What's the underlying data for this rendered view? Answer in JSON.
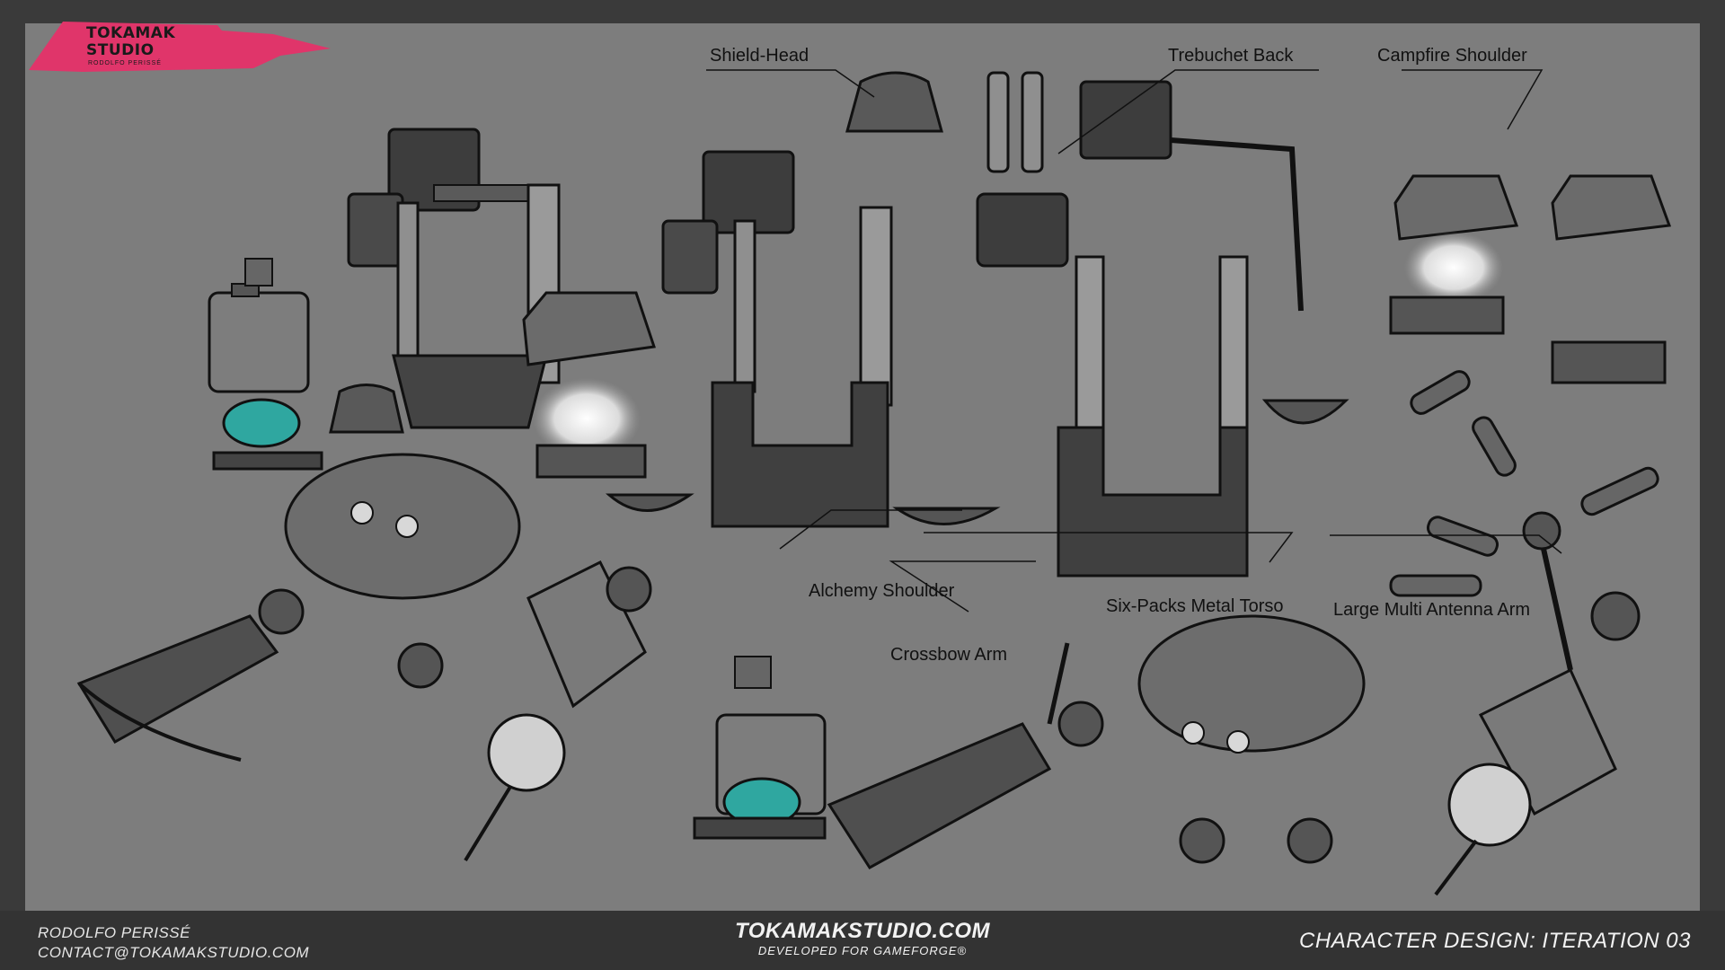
{
  "logo": {
    "line1": "TOKAMAK",
    "line2": "STUDIO",
    "subline": "RODOLFO PERISSÉ",
    "color": "#e0356a"
  },
  "callouts": {
    "shield_head": "Shield-Head",
    "trebuchet_back": "Trebuchet Back",
    "campfire_shoulder": "Campfire Shoulder",
    "alchemy_shoulder": "Alchemy Shoulder",
    "crossbow_arm": "Crossbow Arm",
    "six_packs_metal_torso": "Six-Packs Metal Torso",
    "large_multi_antenna_arm": "Large Multi Antenna Arm"
  },
  "footer": {
    "author": "RODOLFO PERISSÉ",
    "contact": "CONTACT@TOKAMAKSTUDIO.COM",
    "website": "TOKAMAKSTUDIO.COM",
    "developed_for": "DEVELOPED FOR GAMEFORGE®",
    "sheet_title": "CHARACTER DESIGN: ITERATION 03"
  },
  "colors": {
    "canvas": "#7d7d7d",
    "frame": "#3a3a3a",
    "footer": "#333333",
    "liquid": "#2fa7a0",
    "metal_dark": "#3b3b3b"
  }
}
